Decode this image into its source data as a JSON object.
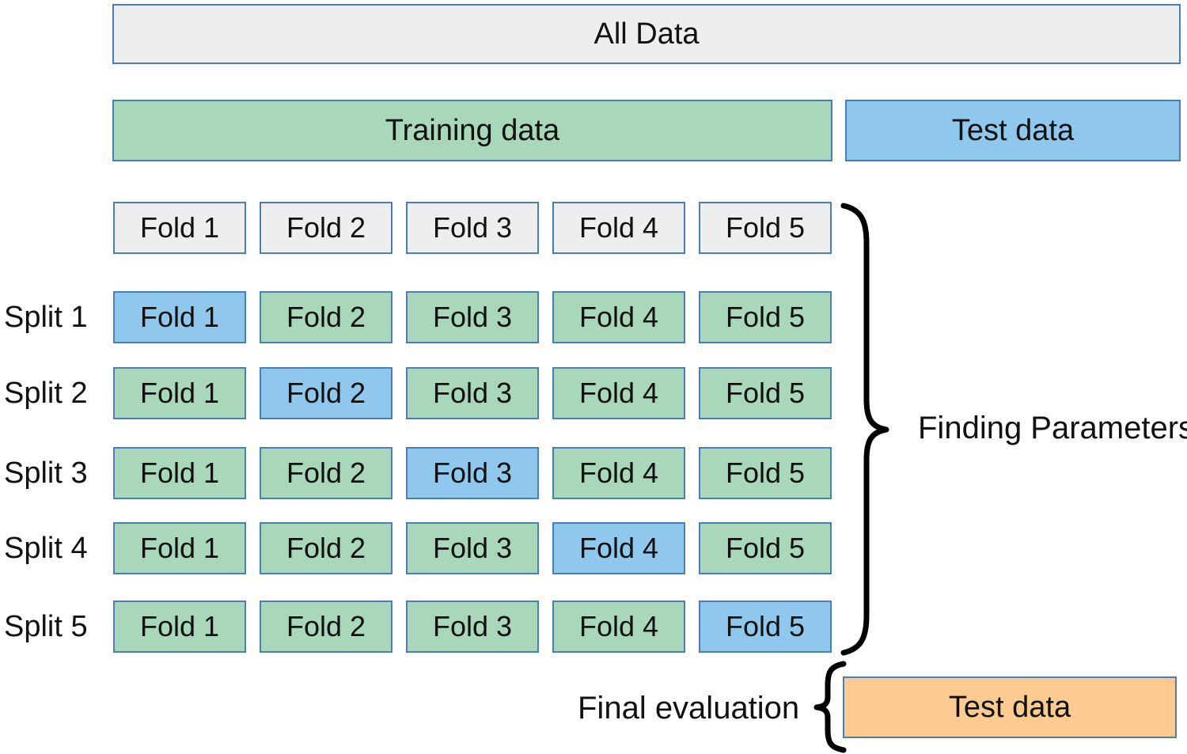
{
  "diagram": {
    "title_text": "All Data",
    "top": {
      "all_data_label": "All Data"
    },
    "second_row": {
      "training_label": "Training data",
      "test_label": "Test data"
    },
    "fold_header": {
      "folds": [
        "Fold 1",
        "Fold 2",
        "Fold 3",
        "Fold 4",
        "Fold 5"
      ]
    },
    "splits": [
      {
        "label": "Split 1",
        "cells": [
          {
            "text": "Fold 1",
            "role": "validation"
          },
          {
            "text": "Fold 2",
            "role": "train"
          },
          {
            "text": "Fold 3",
            "role": "train"
          },
          {
            "text": "Fold 4",
            "role": "train"
          },
          {
            "text": "Fold 5",
            "role": "train"
          }
        ]
      },
      {
        "label": "Split 2",
        "cells": [
          {
            "text": "Fold 1",
            "role": "train"
          },
          {
            "text": "Fold 2",
            "role": "validation"
          },
          {
            "text": "Fold 3",
            "role": "train"
          },
          {
            "text": "Fold 4",
            "role": "train"
          },
          {
            "text": "Fold 5",
            "role": "train"
          }
        ]
      },
      {
        "label": "Split 3",
        "cells": [
          {
            "text": "Fold 1",
            "role": "train"
          },
          {
            "text": "Fold 2",
            "role": "train"
          },
          {
            "text": "Fold 3",
            "role": "validation"
          },
          {
            "text": "Fold 4",
            "role": "train"
          },
          {
            "text": "Fold 5",
            "role": "train"
          }
        ]
      },
      {
        "label": "Split 4",
        "cells": [
          {
            "text": "Fold 1",
            "role": "train"
          },
          {
            "text": "Fold 2",
            "role": "train"
          },
          {
            "text": "Fold 3",
            "role": "train"
          },
          {
            "text": "Fold 4",
            "role": "validation"
          },
          {
            "text": "Fold 5",
            "role": "train"
          }
        ]
      },
      {
        "label": "Split 5",
        "cells": [
          {
            "text": "Fold 1",
            "role": "train"
          },
          {
            "text": "Fold 2",
            "role": "train"
          },
          {
            "text": "Fold 3",
            "role": "train"
          },
          {
            "text": "Fold 4",
            "role": "train"
          },
          {
            "text": "Fold 5",
            "role": "validation"
          }
        ]
      }
    ],
    "annotations": {
      "finding_parameters": "Finding Parameters",
      "final_evaluation": "Final evaluation"
    },
    "final": {
      "test_label": "Test data"
    },
    "colors": {
      "grey_fill": "#eeeeee",
      "green_fill": "#a8d8b9",
      "blue_fill": "#8fc8ec",
      "orange_fill": "#fbcb92",
      "border": "#4a7ebb",
      "brace": "#000000",
      "text": "#111111",
      "background": "#ffffff"
    },
    "icons": {
      "top_brace": "curly-brace-right-icon",
      "bottom_brace": "curly-brace-left-icon"
    }
  }
}
